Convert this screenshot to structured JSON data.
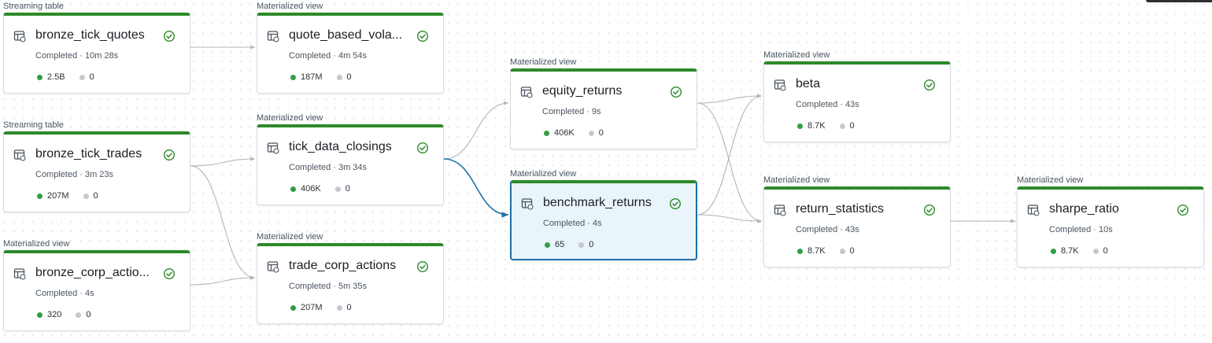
{
  "colors": {
    "accent_green": "#2d8a2a",
    "edge": "#b0b5bb",
    "edge_selected": "#1f6fa8",
    "selected_bg": "#e9f4fb",
    "ok_dot": "#2ea043",
    "neutral_dot": "#c3c9d0"
  },
  "icons": {
    "dataset": "table-icon",
    "status": "check-circle-icon"
  },
  "nodes": [
    {
      "id": "bronze_tick_quotes",
      "type": "Streaming table",
      "title": "bronze_tick_quotes",
      "status": "Completed · 10m 28s",
      "rows": "2.5B",
      "dropped": "0"
    },
    {
      "id": "bronze_tick_trades",
      "type": "Streaming table",
      "title": "bronze_tick_trades",
      "status": "Completed · 3m 23s",
      "rows": "207M",
      "dropped": "0"
    },
    {
      "id": "bronze_corp_actions",
      "type": "Materialized view",
      "title": "bronze_corp_actio...",
      "status": "Completed · 4s",
      "rows": "320",
      "dropped": "0"
    },
    {
      "id": "quote_based_vola",
      "type": "Materialized view",
      "title": "quote_based_vola...",
      "status": "Completed · 4m 54s",
      "rows": "187M",
      "dropped": "0"
    },
    {
      "id": "tick_data_closings",
      "type": "Materialized view",
      "title": "tick_data_closings",
      "status": "Completed · 3m 34s",
      "rows": "406K",
      "dropped": "0"
    },
    {
      "id": "trade_corp_actions",
      "type": "Materialized view",
      "title": "trade_corp_actions",
      "status": "Completed · 5m 35s",
      "rows": "207M",
      "dropped": "0"
    },
    {
      "id": "equity_returns",
      "type": "Materialized view",
      "title": "equity_returns",
      "status": "Completed · 9s",
      "rows": "406K",
      "dropped": "0"
    },
    {
      "id": "benchmark_returns",
      "type": "Materialized view",
      "title": "benchmark_returns",
      "status": "Completed · 4s",
      "rows": "65",
      "dropped": "0",
      "selected": true
    },
    {
      "id": "beta",
      "type": "Materialized view",
      "title": "beta",
      "status": "Completed · 43s",
      "rows": "8.7K",
      "dropped": "0"
    },
    {
      "id": "return_statistics",
      "type": "Materialized view",
      "title": "return_statistics",
      "status": "Completed · 43s",
      "rows": "8.7K",
      "dropped": "0"
    },
    {
      "id": "sharpe_ratio",
      "type": "Materialized view",
      "title": "sharpe_ratio",
      "status": "Completed · 10s",
      "rows": "8.7K",
      "dropped": "0"
    }
  ],
  "edges": [
    {
      "from": "bronze_tick_quotes",
      "to": "quote_based_vola"
    },
    {
      "from": "bronze_tick_trades",
      "to": "tick_data_closings"
    },
    {
      "from": "bronze_tick_trades",
      "to": "trade_corp_actions"
    },
    {
      "from": "bronze_corp_actions",
      "to": "trade_corp_actions"
    },
    {
      "from": "tick_data_closings",
      "to": "equity_returns"
    },
    {
      "from": "tick_data_closings",
      "to": "benchmark_returns",
      "highlighted": true
    },
    {
      "from": "equity_returns",
      "to": "beta"
    },
    {
      "from": "equity_returns",
      "to": "return_statistics"
    },
    {
      "from": "benchmark_returns",
      "to": "beta"
    },
    {
      "from": "benchmark_returns",
      "to": "return_statistics"
    },
    {
      "from": "return_statistics",
      "to": "sharpe_ratio"
    }
  ]
}
